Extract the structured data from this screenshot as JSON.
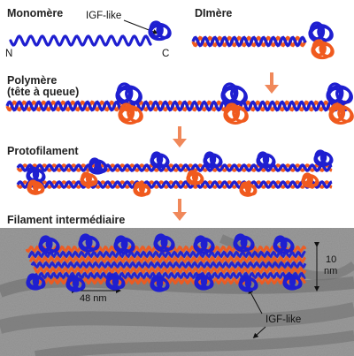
{
  "colors": {
    "blue": "#1f1fd0",
    "orange": "#f05a1e",
    "arrow": "#f0885a",
    "micro_bg": "#8c8c8c"
  },
  "sections": {
    "monomer": {
      "title": "Monomère",
      "callout": "IGF-like",
      "n_label": "N",
      "c_label": "C"
    },
    "dimer": {
      "title": "DImère"
    },
    "polymer": {
      "title_line1": "Polymère",
      "title_line2": "(tête à queue)"
    },
    "protofilament": {
      "title": "Protofilament"
    },
    "filament": {
      "title": "Filament intermédiaire",
      "periodicity_label": "48 nm",
      "diameter_label_line1": "10",
      "diameter_label_line2": "nm",
      "callout": "IGF-like"
    }
  },
  "icons": [
    "down-arrow-icon"
  ]
}
